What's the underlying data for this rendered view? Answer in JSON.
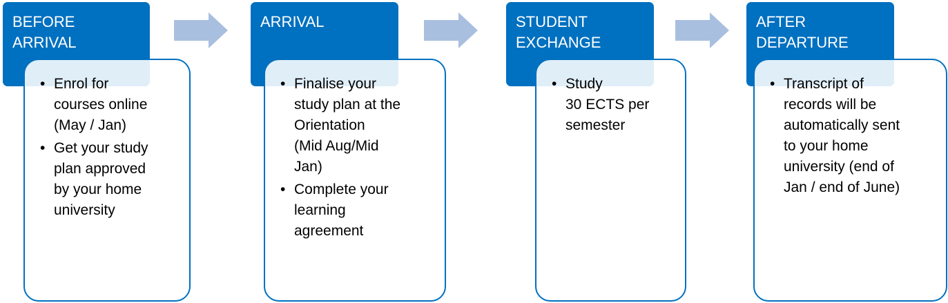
{
  "colors": {
    "header_fill": "#0070c0",
    "card_border": "#0070c0",
    "arrow_fill": "#a9bfdf"
  },
  "stages": [
    {
      "title": "BEFORE ARRIVAL",
      "items": [
        "Enrol for\ncourses online\n(May / Jan)",
        " Get your study\nplan approved\nby your home\nuniversity"
      ]
    },
    {
      "title": "ARRIVAL",
      "items": [
        " Finalise your\nstudy plan at the\nOrientation\n(Mid Aug/Mid\nJan)",
        "Complete your\nlearning\nagreement"
      ]
    },
    {
      "title": "STUDENT\nEXCHANGE",
      "items": [
        "Study\n30 ECTS per\nsemester"
      ]
    },
    {
      "title": "AFTER\nDEPARTURE",
      "items": [
        "Transcript of\nrecords will be\nautomatically sent\nto your home\nuniversity (end of\nJan / end of June)"
      ]
    }
  ]
}
